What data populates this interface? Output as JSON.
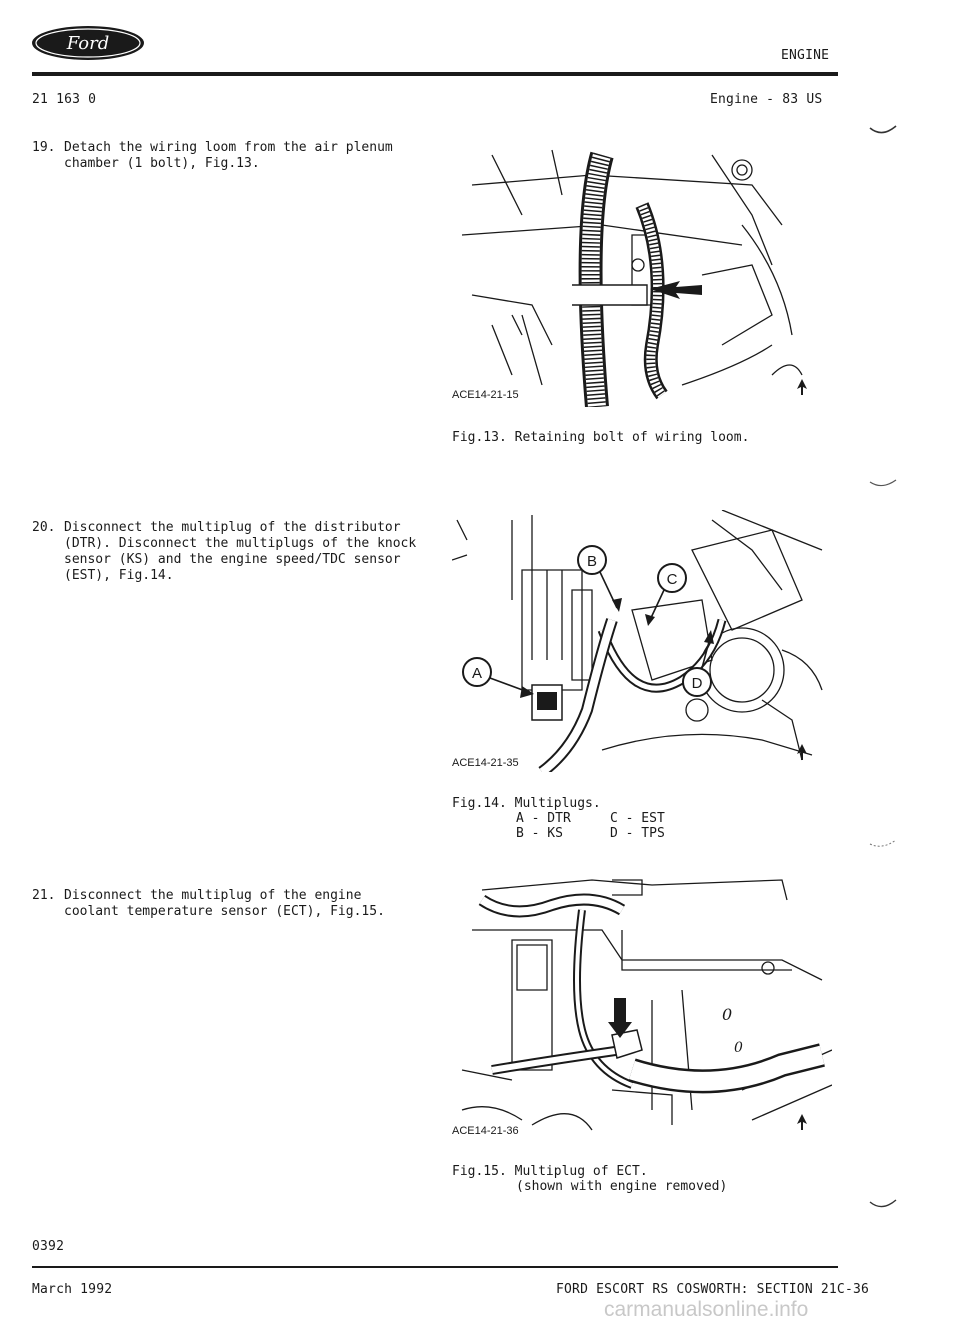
{
  "header": {
    "section_label": "ENGINE",
    "page_code": "21 163 0",
    "engine_ref": "Engine - 83 US"
  },
  "steps": [
    {
      "number": "19.",
      "line1": "Detach the wiring loom from the air plenum",
      "line2": "chamber (1 bolt), Fig.13."
    },
    {
      "number": "20.",
      "line1": "Disconnect the multiplug of the distributor",
      "line2": "(DTR). Disconnect the multiplugs of the knock",
      "line3": "sensor (KS) and the engine speed/TDC sensor",
      "line4": "(EST), Fig.14."
    },
    {
      "number": "21.",
      "line1": "Disconnect the multiplug of the engine",
      "line2": "coolant temperature sensor (ECT), Fig.15."
    }
  ],
  "figures": [
    {
      "id": "ACE14-21-15",
      "caption": "Fig.13. Retaining bolt of wiring loom."
    },
    {
      "id": "ACE14-21-35",
      "caption": "Fig.14. Multiplugs.",
      "callouts": [
        "A",
        "B",
        "C",
        "D"
      ],
      "legend": [
        {
          "left": "A - DTR",
          "right": "C - EST"
        },
        {
          "left": "B - KS",
          "right": "D - TPS"
        }
      ]
    },
    {
      "id": "ACE14-21-36",
      "caption": "Fig.15. Multiplug of ECT.",
      "caption_line2": "(shown with engine removed)"
    }
  ],
  "footer": {
    "doc_number": "0392",
    "date": "March 1992",
    "title": "FORD ESCORT RS COSWORTH: SECTION 21C-36",
    "watermark": "carmanualsonline.info"
  },
  "colors": {
    "ink": "#1a1a1a",
    "logo_blue": "#1a1a1a"
  },
  "icons": {
    "logo": "ford-oval-logo",
    "figure_marker": "fleur-arrow-icon"
  }
}
